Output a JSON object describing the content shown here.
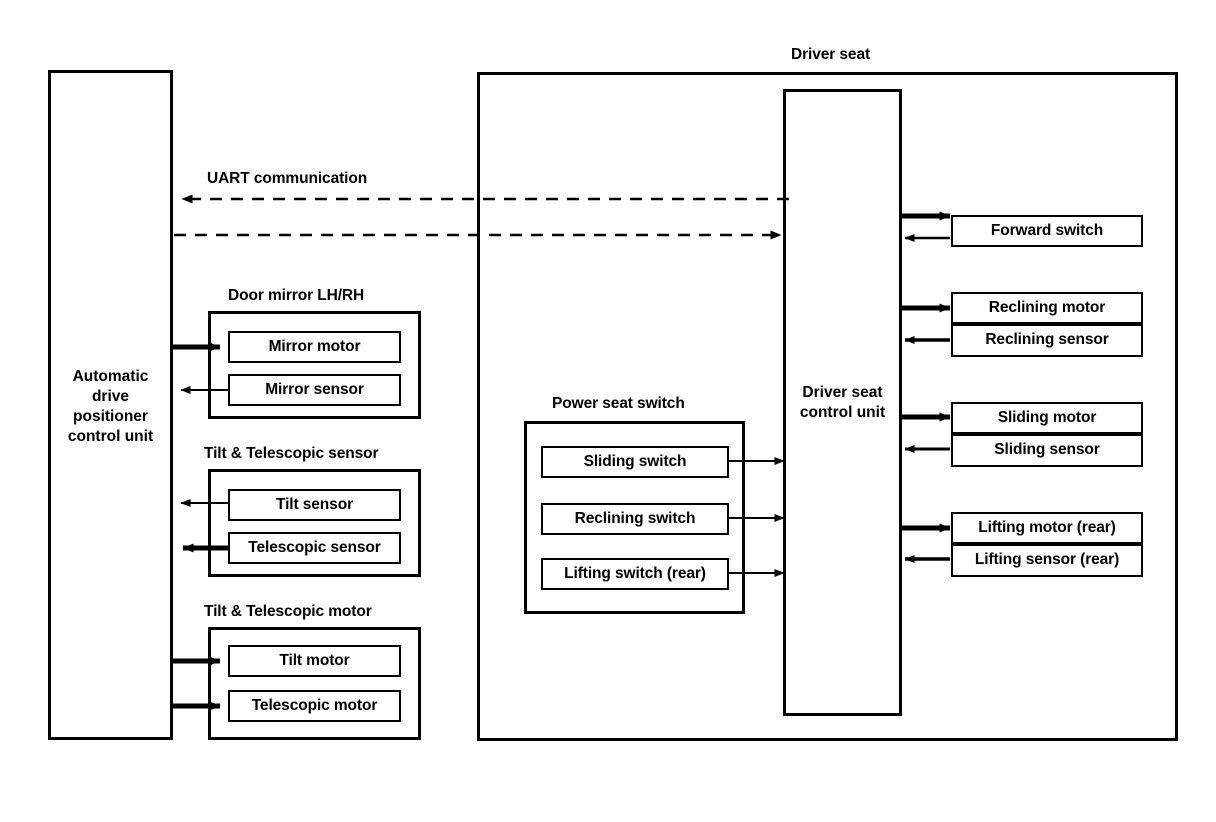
{
  "diagram": {
    "title_driver_seat": "Driver seat",
    "uart_label": "UART communication",
    "left_unit_label": "Automatic\ndrive\npositioner\ncontrol unit",
    "driver_seat_control_unit_label": "Driver seat\ncontrol unit",
    "groups": {
      "door_mirror": {
        "title": "Door mirror LH/RH",
        "items": [
          {
            "label": "Mirror motor"
          },
          {
            "label": "Mirror sensor"
          }
        ]
      },
      "tilt_telescopic_sensor": {
        "title": "Tilt & Telescopic sensor",
        "items": [
          {
            "label": "Tilt sensor"
          },
          {
            "label": "Telescopic sensor"
          }
        ]
      },
      "tilt_telescopic_motor": {
        "title": "Tilt & Telescopic motor",
        "items": [
          {
            "label": "Tilt motor"
          },
          {
            "label": "Telescopic motor"
          }
        ]
      },
      "power_seat_switch": {
        "title": "Power seat switch",
        "items": [
          {
            "label": "Sliding switch"
          },
          {
            "label": "Reclining switch"
          },
          {
            "label": "Lifting switch (rear)"
          }
        ]
      }
    },
    "right_items": [
      {
        "label": "Forward switch"
      },
      {
        "label": "Reclining motor"
      },
      {
        "label": "Reclining sensor"
      },
      {
        "label": "Sliding motor"
      },
      {
        "label": "Sliding sensor"
      },
      {
        "label": "Lifting motor (rear)"
      },
      {
        "label": "Lifting sensor (rear)"
      }
    ],
    "colors": {
      "stroke": "#000000",
      "background": "#ffffff"
    }
  }
}
